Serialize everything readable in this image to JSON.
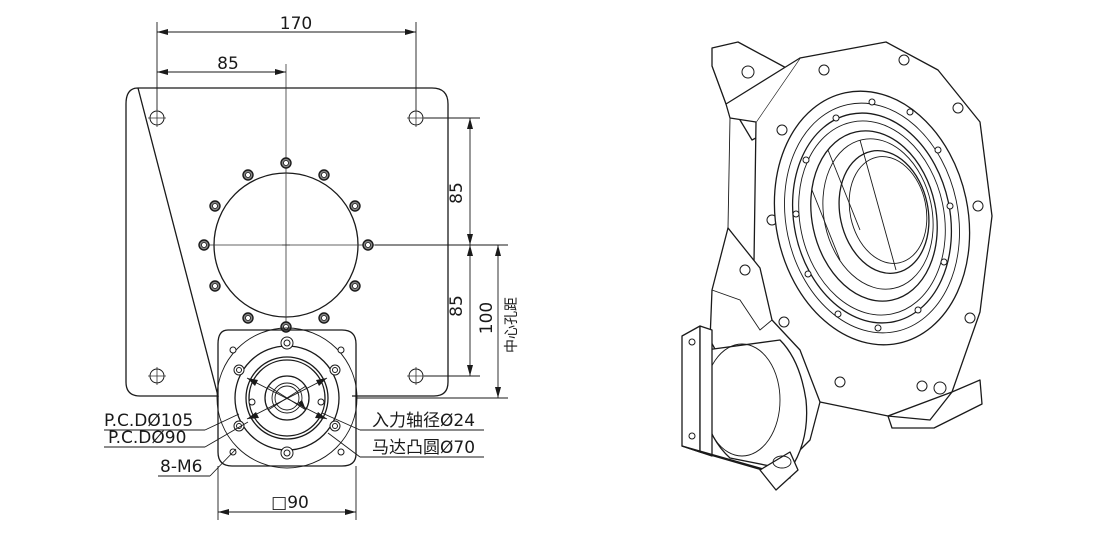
{
  "dimensions": {
    "plate_width": "170",
    "half_width": "85",
    "upper_offset": "85",
    "lower_offset": "85",
    "center_distance": "100",
    "center_distance_label": "中心孔距",
    "flange_square": "□90"
  },
  "callouts": {
    "pcd_105": "P.C.DØ105",
    "pcd_90": "P.C.DØ90",
    "bolts": "8-M6",
    "input_shaft": "入力轴径Ø24",
    "motor_spigot": "马达凸圆Ø70"
  }
}
